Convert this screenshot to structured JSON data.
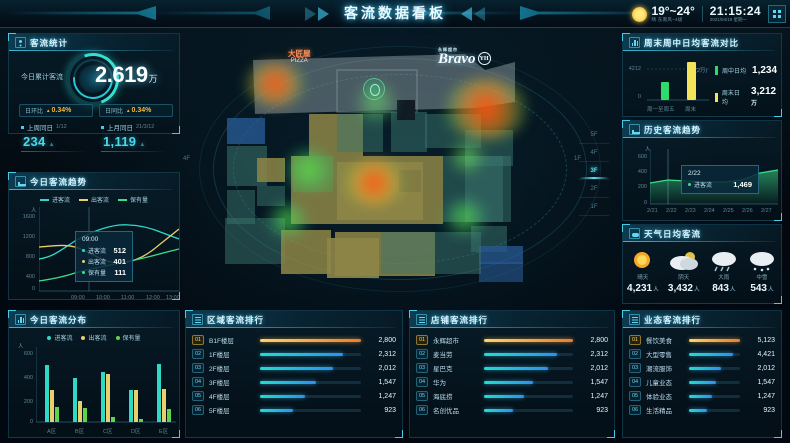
{
  "header": {
    "title": "客流数据看板",
    "weather_icon": "sun-icon",
    "temperature": "19°~24°",
    "weather_sub": "晴 东南风~4级",
    "time": "21:15:24",
    "date": "2021/04/19 星期一",
    "grid_button": "grid-icon"
  },
  "stats": {
    "title": "客流统计",
    "icon": "person-icon",
    "label": "今日累计客流",
    "value": "2.619",
    "unit": "万",
    "chips": [
      {
        "label": "日环比",
        "value": "0.34%",
        "trend": "up"
      },
      {
        "label": "日同比",
        "value": "0.34%",
        "trend": "up"
      }
    ],
    "compare": [
      {
        "label": "上周同日",
        "date": "1/12",
        "value": "234"
      },
      {
        "label": "上月同日",
        "date": "21/3/12",
        "value": "1,119"
      }
    ]
  },
  "trend": {
    "title": "今日客流趋势",
    "icon": "line-chart-icon",
    "chart_data": {
      "type": "line",
      "title": "今日客流趋势",
      "ylabel": "人",
      "ylim": [
        0,
        1600
      ],
      "yticks": [
        0,
        400,
        800,
        1200,
        1600
      ],
      "x": [
        "08:00",
        "09:00",
        "10:00",
        "11:00",
        "12:00",
        "13:00",
        "14:00"
      ],
      "xticks": [
        "09:00",
        "10:00",
        "11:00",
        "12:00",
        "13:00"
      ],
      "grid": false,
      "legend": "top",
      "series": [
        {
          "name": "进客流",
          "color": "#2fd9c8",
          "values": [
            620,
            760,
            980,
            1120,
            1180,
            1150,
            1080
          ]
        },
        {
          "name": "出客流",
          "color": "#e8cf6a",
          "values": [
            820,
            860,
            800,
            700,
            660,
            720,
            1000
          ]
        },
        {
          "name": "保有量",
          "color": "#3ddd8a",
          "values": [
            240,
            330,
            400,
            470,
            520,
            600,
            700
          ]
        }
      ],
      "tooltip": {
        "time": "09:00",
        "rows": [
          {
            "name": "进客流",
            "value": "512",
            "color": "#2fd9c8"
          },
          {
            "name": "出客流",
            "value": "401",
            "color": "#e8cf6a"
          },
          {
            "name": "保有量",
            "value": "111",
            "color": "#3ddd8a"
          }
        ]
      }
    }
  },
  "distribution": {
    "title": "今日客流分布",
    "icon": "bar-chart-icon",
    "chart_data": {
      "type": "bar",
      "title": "今日客流分布",
      "ylabel": "人",
      "ylim": [
        0,
        600
      ],
      "yticks": [
        0,
        200,
        400,
        600
      ],
      "categories": [
        "A区",
        "B区",
        "C区",
        "D区",
        "E区"
      ],
      "legend": "top",
      "series": [
        {
          "name": "进客流",
          "color": "#2fd9c8",
          "values": [
            455,
            355,
            400,
            255,
            460
          ]
        },
        {
          "name": "出客流",
          "color": "#e8cf6a",
          "values": [
            258,
            165,
            385,
            252,
            262
          ]
        },
        {
          "name": "保有量",
          "color": "#5fd34a",
          "values": [
            118,
            110,
            40,
            22,
            105
          ]
        }
      ]
    }
  },
  "map": {
    "logos": {
      "bravo_top": "永辉超市",
      "bravo": "Bravo",
      "bravo_badge": "YH",
      "pizza_top": "大匠屋",
      "pizza_sub": "PIZZA",
      "starbucks": "starbucks-icon"
    },
    "floors": [
      "5F",
      "4F",
      "3F",
      "2F",
      "1F"
    ],
    "active_floor": "3F",
    "heat_legend": "heatmap"
  },
  "week": {
    "title": "周末周中日均客流对比",
    "icon": "bar-chart-icon",
    "chart_data": {
      "type": "bar",
      "title": "周末周中日均客流对比",
      "categories": [
        "周一至周五",
        "周末"
      ],
      "values": [
        1234,
        3212
      ],
      "ylim": [
        0,
        4212
      ],
      "yticks": [
        "0",
        "4212"
      ],
      "right_tick": "(2万)",
      "colors": [
        "#2fd96a",
        "#f2e35a"
      ]
    },
    "legend": [
      {
        "label": "周中日均",
        "value": "1,234",
        "unit": "",
        "color": "#2fd96a"
      },
      {
        "label": "周末日均",
        "value": "3,212",
        "unit": "万",
        "color": "#f2e35a"
      }
    ]
  },
  "history": {
    "title": "历史客流趋势",
    "icon": "line-chart-icon",
    "chart_data": {
      "type": "area",
      "title": "历史客流趋势",
      "ylabel": "人",
      "ylim": [
        0,
        800
      ],
      "yticks": [
        0,
        200,
        400,
        600,
        800
      ],
      "x": [
        "2/21",
        "2/22",
        "2/23",
        "2/24",
        "2/25",
        "2/26",
        "2/27"
      ],
      "series": [
        {
          "name": "进客流",
          "color": "#3ddd8a",
          "values": [
            300,
            335,
            330,
            320,
            315,
            330,
            420
          ]
        }
      ],
      "tooltip": {
        "date": "2/22",
        "rows": [
          {
            "name": "进客流",
            "value": "1,469",
            "color": "#3ddd8a"
          }
        ]
      }
    }
  },
  "weather_panel": {
    "title": "天气日均客流",
    "icon": "cloud-icon",
    "items": [
      {
        "icon": "sun-icon",
        "name": "晴天",
        "value": "4,231",
        "unit": "人"
      },
      {
        "icon": "partly-cloudy-icon",
        "name": "阴天",
        "value": "3,432",
        "unit": "人"
      },
      {
        "icon": "rain-icon",
        "name": "大雨",
        "value": "843",
        "unit": "人"
      },
      {
        "icon": "snow-icon",
        "name": "中雪",
        "value": "543",
        "unit": "人"
      }
    ]
  },
  "area_rank": {
    "title": "区域客流排行",
    "icon": "rank-icon",
    "rows": [
      {
        "rank": "01",
        "name": "B1F楼层",
        "value": "2,800",
        "pct": 100
      },
      {
        "rank": "02",
        "name": "1F楼层",
        "value": "2,312",
        "pct": 82
      },
      {
        "rank": "03",
        "name": "2F楼层",
        "value": "2,012",
        "pct": 72
      },
      {
        "rank": "04",
        "name": "3F楼层",
        "value": "1,547",
        "pct": 55
      },
      {
        "rank": "05",
        "name": "4F楼层",
        "value": "1,247",
        "pct": 45
      },
      {
        "rank": "06",
        "name": "5F楼层",
        "value": "923",
        "pct": 33
      }
    ]
  },
  "store_rank": {
    "title": "店铺客流排行",
    "icon": "rank-icon",
    "rows": [
      {
        "rank": "01",
        "name": "永辉超市",
        "value": "2,800",
        "pct": 100
      },
      {
        "rank": "02",
        "name": "麦当劳",
        "value": "2,312",
        "pct": 82
      },
      {
        "rank": "03",
        "name": "星巴克",
        "value": "2,012",
        "pct": 72
      },
      {
        "rank": "04",
        "name": "华为",
        "value": "1,547",
        "pct": 55
      },
      {
        "rank": "05",
        "name": "海底捞",
        "value": "1,247",
        "pct": 45
      },
      {
        "rank": "06",
        "name": "名创优品",
        "value": "923",
        "pct": 33
      }
    ]
  },
  "cat_rank": {
    "title": "业态客流排行",
    "icon": "rank-icon",
    "rows": [
      {
        "rank": "01",
        "name": "餐饮美食",
        "value": "5,123",
        "pct": 100
      },
      {
        "rank": "02",
        "name": "大型零售",
        "value": "4,421",
        "pct": 86
      },
      {
        "rank": "03",
        "name": "潮流服饰",
        "value": "2,012",
        "pct": 62
      },
      {
        "rank": "04",
        "name": "儿童业态",
        "value": "1,547",
        "pct": 52
      },
      {
        "rank": "05",
        "name": "体验业态",
        "value": "1,247",
        "pct": 45
      },
      {
        "rank": "06",
        "name": "生活精品",
        "value": "923",
        "pct": 36
      }
    ]
  }
}
